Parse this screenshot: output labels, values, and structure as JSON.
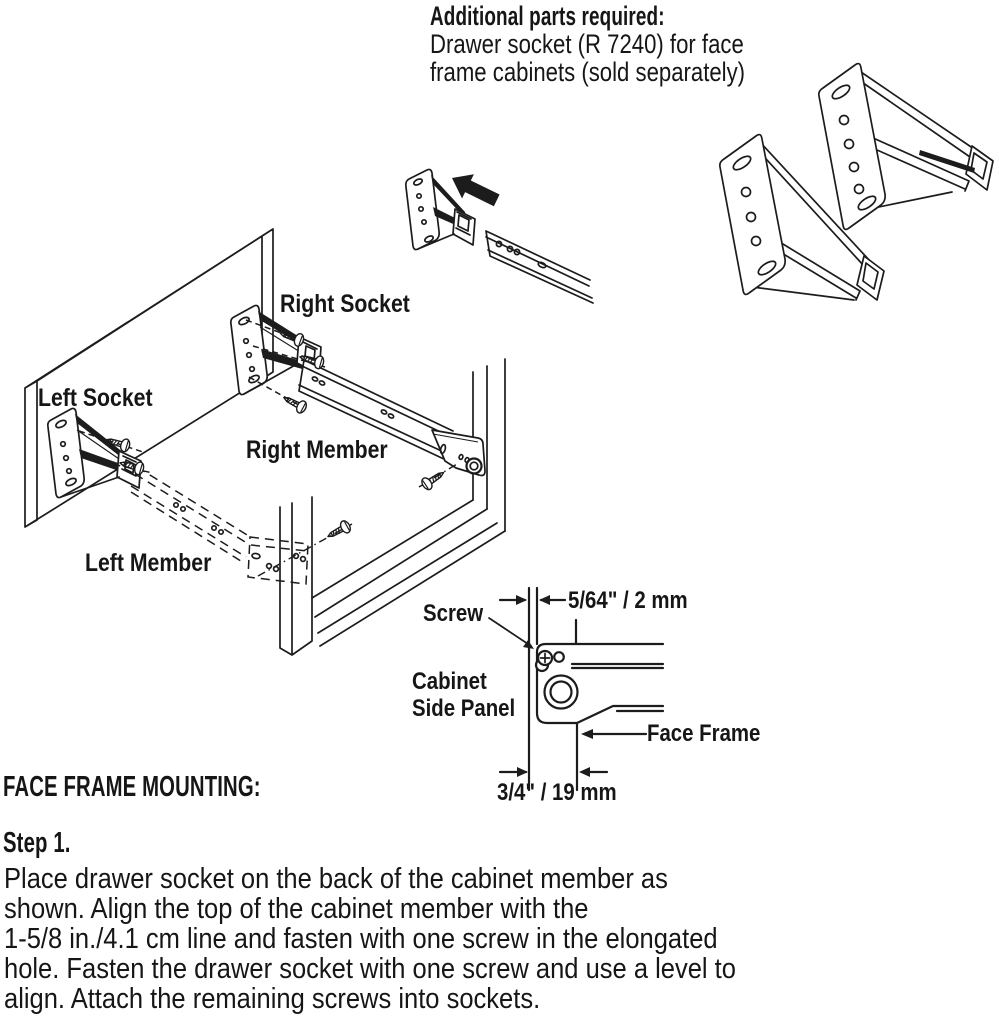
{
  "header": {
    "heading": "Additional parts required:",
    "line1": "Drawer socket (R 7240) for face",
    "line2": "frame cabinets (sold separately)"
  },
  "labels": {
    "right_socket": "Right Socket",
    "left_socket": "Left Socket",
    "right_member": "Right Member",
    "left_member": "Left Member"
  },
  "detail": {
    "screw": "Screw",
    "dim_top": "5/64\" / 2 mm",
    "cabinet_line1": "Cabinet",
    "cabinet_line2": "Side Panel",
    "face_frame": "Face Frame",
    "dim_bottom": "3/4\" / 19 mm"
  },
  "section": {
    "heading": "FACE FRAME MOUNTING:",
    "step": "Step 1.",
    "body_lines": [
      "Place drawer socket on the back of the cabinet member as",
      "shown. Align the top of the cabinet member with the",
      "1-5/8 in./4.1 cm line and fasten with one screw in the elongated",
      "hole. Fasten the drawer socket with one screw and use a level to",
      "align. Attach the remaining screws into sockets."
    ]
  },
  "colors": {
    "ink": "#1c1c1c",
    "paper": "#ffffff"
  }
}
